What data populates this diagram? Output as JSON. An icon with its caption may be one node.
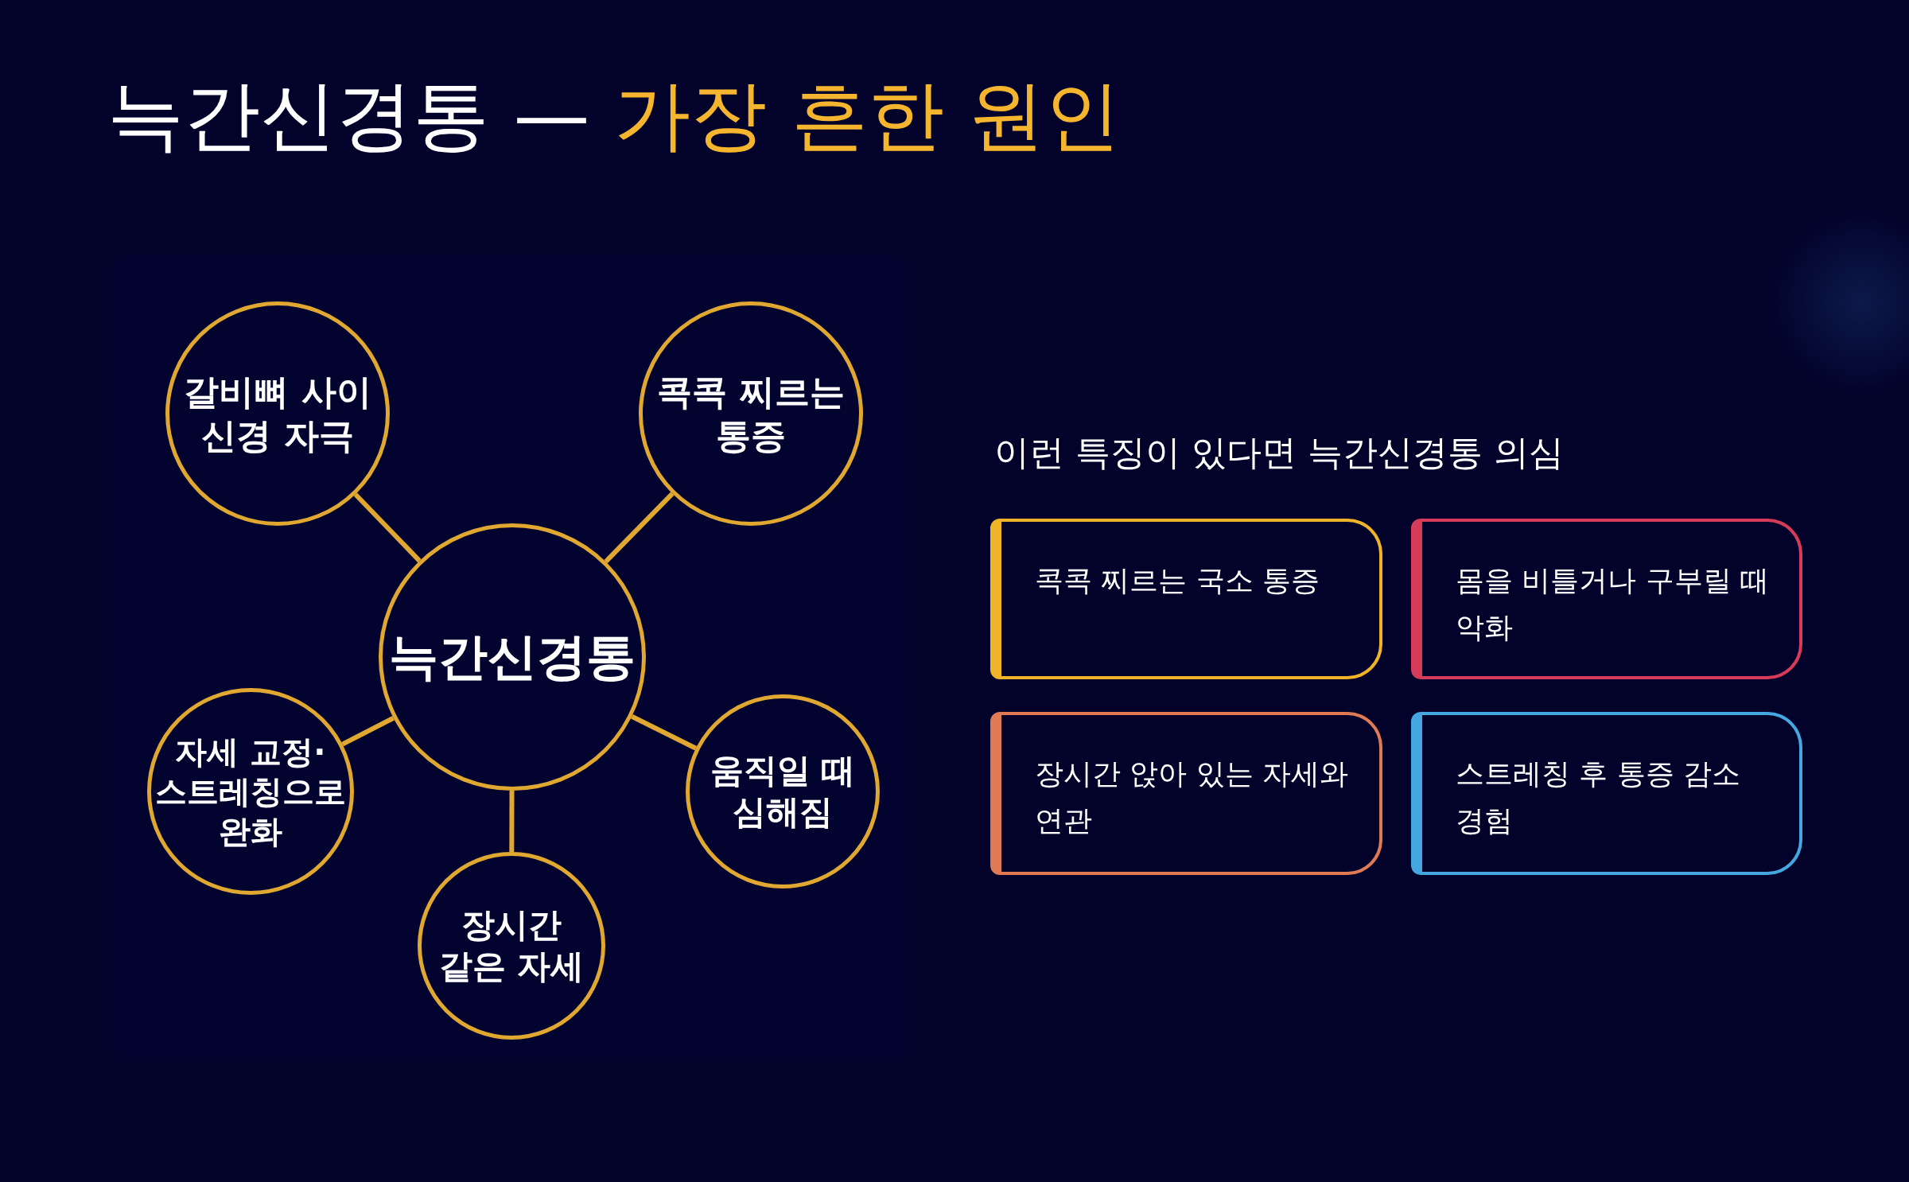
{
  "diagram": {
    "title": "늑간신경통 — **가장 흔한 원인**",
    "nodes": [
      {
        "text": [
          "갈비뼈 사이 신경 자극"
        ]
      },
      {
        "text": [
          "콕콕 찌르는 통증"
        ]
      },
      {
        "text": [
          "늑간신경통"
        ]
      },
      {
        "text": [
          "자세 교정·스트레칭으로 완화"
        ]
      },
      {
        "text": [
          "움직일 때 심해짐"
        ]
      },
      {
        "text": [
          "장시간 같은 자세"
        ]
      },
      {
        "text": [
          "콕콕 찌르는 국소 통증"
        ]
      },
      {
        "text": [
          "몸을 비틀거나 구부릴 때 악화"
        ]
      },
      {
        "text": [
          "장시간 앉아 있는 자세와 연관"
        ]
      },
      {
        "text": [
          "스트레칭 후 통증 감소 경험"
        ]
      }
    ],
    "edges": [
      {
        "from": 2,
        "to": 0,
        "arrow": "none"
      },
      {
        "from": 2,
        "to": 1,
        "arrow": "none"
      },
      {
        "from": 2,
        "to": 3,
        "arrow": "none"
      },
      {
        "from": 2,
        "to": 4,
        "arrow": "none"
      },
      {
        "from": 2,
        "to": 5,
        "arrow": "none"
      }
    ],
    "labels": [
      "이런 특징이 있다면 늑간신경통 의심"
    ]
  }
}
